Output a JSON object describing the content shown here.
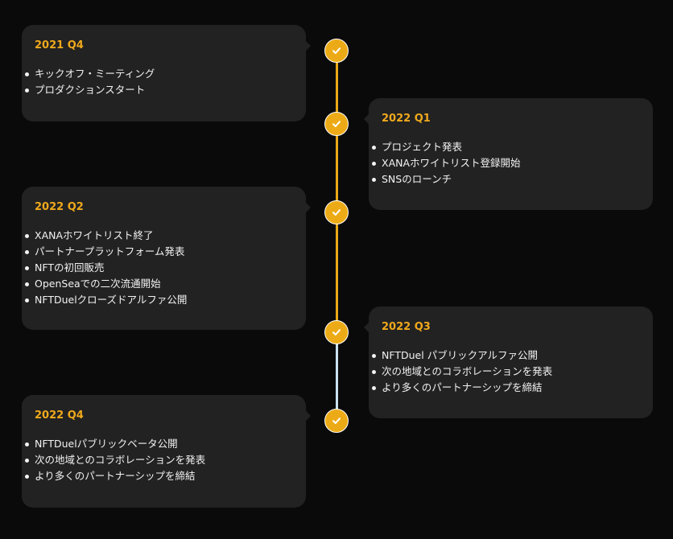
{
  "colors": {
    "background": "#0a0a0a",
    "card": "#222222",
    "accent": "#ecab16",
    "line_done": "#e8a817",
    "line_pending": "#c9e2ee",
    "text": "#f2f2f2"
  },
  "milestones": [
    {
      "period": "2021 Q4",
      "side": "left",
      "status": "completed",
      "icon": "check-icon",
      "items": [
        "キックオフ・ミーティング",
        "プロダクションスタート"
      ]
    },
    {
      "period": "2022 Q1",
      "side": "right",
      "status": "completed",
      "icon": "check-icon",
      "items": [
        "プロジェクト発表",
        "XANAホワイトリスト登録開始",
        "SNSのローンチ"
      ]
    },
    {
      "period": "2022 Q2",
      "side": "left",
      "status": "completed",
      "icon": "check-icon",
      "items": [
        "XANAホワイトリスト終了",
        "パートナープラットフォーム発表",
        "NFTの初回販売",
        "OpenSeaでの二次流通開始",
        "NFTDuelクローズドアルファ公開"
      ]
    },
    {
      "period": "2022 Q3",
      "side": "right",
      "status": "completed",
      "icon": "check-icon",
      "items": [
        "NFTDuel パブリックアルファ公開",
        "次の地域とのコラボレーションを発表",
        "より多くのパートナーシップを締結"
      ]
    },
    {
      "period": "2022 Q4",
      "side": "left",
      "status": "completed",
      "icon": "check-icon",
      "items": [
        "NFTDuelパブリックベータ公開",
        "次の地域とのコラボレーションを発表",
        "より多くのパートナーシップを締結"
      ]
    }
  ]
}
